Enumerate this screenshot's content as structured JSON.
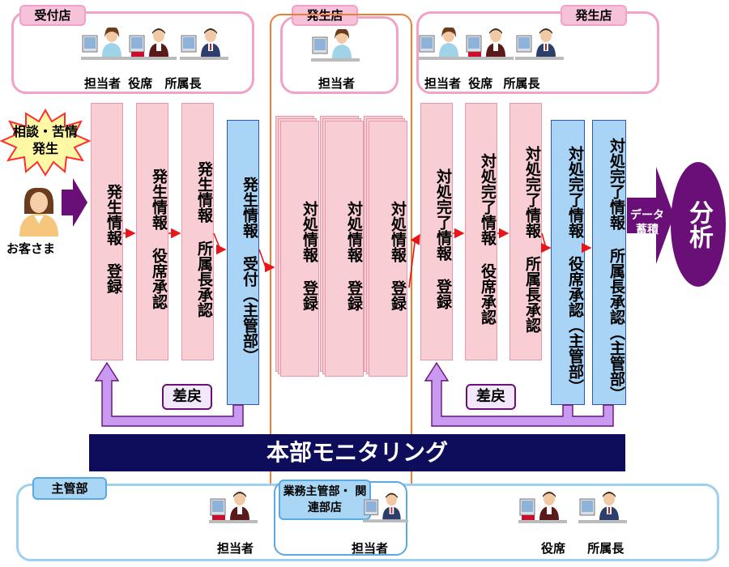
{
  "top_frames": {
    "reception": {
      "tag": "受付店",
      "roles": [
        "担当者",
        "役席",
        "所属長"
      ]
    },
    "origin_center": {
      "tag": "発生店",
      "roles": [
        "担当者"
      ]
    },
    "origin_right": {
      "tag": "発生店",
      "roles": [
        "担当者",
        "役席",
        "所属長"
      ]
    }
  },
  "starburst": {
    "lines": [
      "相談・苦情",
      "発生"
    ]
  },
  "customer_label": "お客さま",
  "steps_reception": [
    {
      "text": "発生情報 登録",
      "style": "pink"
    },
    {
      "text": "発生情報 役席承認",
      "style": "pink"
    },
    {
      "text": "発生情報 所属長承認",
      "style": "pink"
    },
    {
      "text": "発生情報 受付（主管部）",
      "style": "blue"
    }
  ],
  "steps_origin": [
    {
      "text": "対処情報 登録"
    },
    {
      "text": "対処情報 登録"
    },
    {
      "text": "対処情報 登録"
    }
  ],
  "steps_completion": [
    {
      "text": "対処完了情報 登録",
      "style": "pink"
    },
    {
      "text": "対処完了情報 役席承認",
      "style": "pink"
    },
    {
      "text": "対処完了情報 所属長承認",
      "style": "pink"
    },
    {
      "text": "対処完了情報 役席承認（主管部）",
      "style": "blue"
    },
    {
      "text": "対処完了情報 所属長承認（主管部）",
      "style": "blue"
    }
  ],
  "return_labels": [
    "差戻",
    "差戻"
  ],
  "data_accumulation": "データ 蓄積",
  "analysis": "分析",
  "monitoring": "本部モニタリング",
  "bottom_frame": {
    "tag": "主管部",
    "inner_tag": "業務主管部・ 関連部店",
    "staff_left": "担当者",
    "staff_center": "担当者",
    "staff_right": [
      "役席",
      "所属長"
    ]
  },
  "colors": {
    "pink_frame": "#f2a2c6",
    "blue_frame": "#9fd0ef",
    "orange_frame": "#ee7d30",
    "pink_box": "#f9cdd4",
    "blue_box": "#a9d4f6",
    "purple": "#6b0f78",
    "navy_banner": "#0d0d5c",
    "red_arrow": "#e8161b",
    "lavender": "#c89bf0"
  }
}
